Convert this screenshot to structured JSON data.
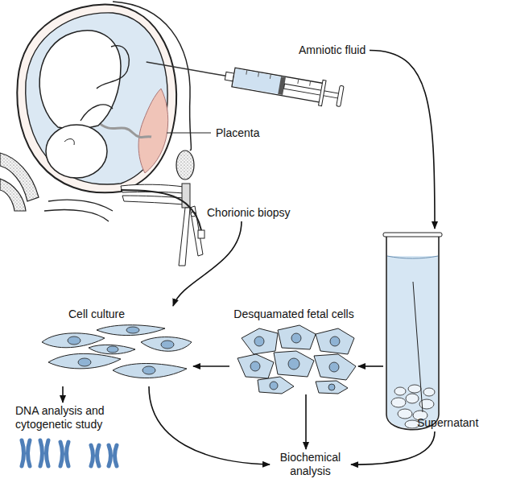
{
  "diagram": {
    "nodes": [
      {
        "text": [
          "Amniotic fluid"
        ]
      },
      {
        "text": [
          "Chorionic biopsy"
        ]
      },
      {
        "text": [
          "Supernatant"
        ]
      },
      {
        "text": [
          "Desquamated fetal cells"
        ]
      },
      {
        "text": [
          "Cell culture"
        ]
      },
      {
        "text": [
          "DNA analysis and cytogenetic study"
        ]
      },
      {
        "text": [
          "Biochemical analysis"
        ]
      }
    ],
    "edges": [
      {
        "from": 0,
        "to": 2,
        "arrow": "to"
      },
      {
        "from": 1,
        "to": 4,
        "arrow": "to"
      },
      {
        "from": 2,
        "to": 3,
        "arrow": "to"
      },
      {
        "from": 3,
        "to": 4,
        "arrow": "to"
      },
      {
        "from": 4,
        "to": 5,
        "arrow": "to"
      },
      {
        "from": 4,
        "to": 6,
        "arrow": "to"
      },
      {
        "from": 3,
        "to": 6,
        "arrow": "to"
      },
      {
        "from": 2,
        "to": 6,
        "arrow": "to"
      }
    ],
    "labels": [
      "Placenta"
    ]
  }
}
